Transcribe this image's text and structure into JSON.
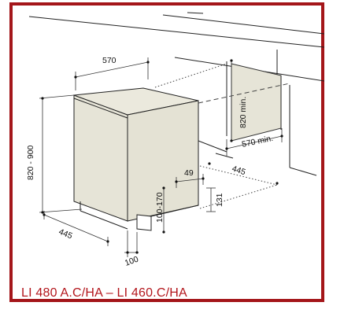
{
  "caption": "LI 480 A.C/HA – LI 460.C/HA",
  "dimensions": {
    "width_top": "570",
    "height": "820 - 900",
    "depth": "445",
    "plinth_depth": "100",
    "plinth_height": "100-170",
    "toe_kick": "49",
    "gap": "131",
    "niche_height": "820 min.",
    "niche_width": "570 min.",
    "niche_depth": "445"
  },
  "colors": {
    "frame": "#a4161a",
    "caption": "#b3161c",
    "appliance_fill": "#e6e4d7",
    "niche_fill": "#e6e4d7"
  }
}
